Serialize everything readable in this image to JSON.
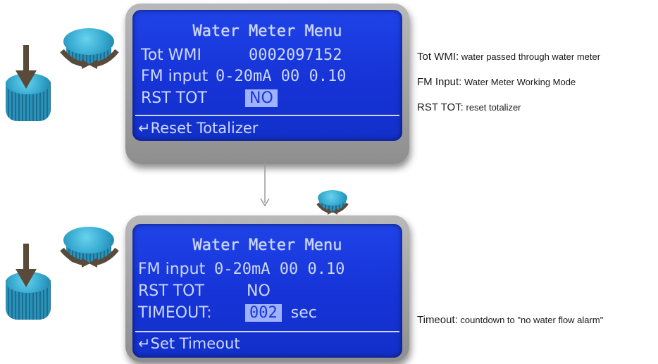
{
  "screen1": {
    "title": "Water Meter Menu",
    "row1_label": "Tot WMI",
    "row1_value": "0002097152",
    "row2_label": "FM input",
    "row2_value": "0-20mA 00 0.10",
    "row3_label": "RST TOT",
    "row3_value": "NO",
    "footer": "Reset Totalizer"
  },
  "screen2": {
    "title": "Water Meter Menu",
    "row1_label": "FM input",
    "row1_value": "0-20mA 00 0.10",
    "row2_label": "RST TOT",
    "row2_value": "NO",
    "row3_label": "TIMEOUT:",
    "row3_value": "002",
    "row3_unit": "sec",
    "footer": "Set Timeout"
  },
  "annotations": {
    "totwmi_term": "Tot WMI:",
    "totwmi_desc": "water passed through water meter",
    "fminput_term": "FM Input:",
    "fminput_desc": "Water Meter Working Mode",
    "rsttot_term": "RST TOT:",
    "rsttot_desc": "reset totalizer",
    "timeout_term": "Timeout:",
    "timeout_desc": "countdown to \"no water flow alarm\""
  },
  "icons": {
    "enter": "↵",
    "colors": {
      "lcd_bg": "#1a3ad9",
      "lcd_text": "#cdd8ff",
      "knob": "#36a9cf",
      "arrow": "#5a4a3a"
    }
  }
}
